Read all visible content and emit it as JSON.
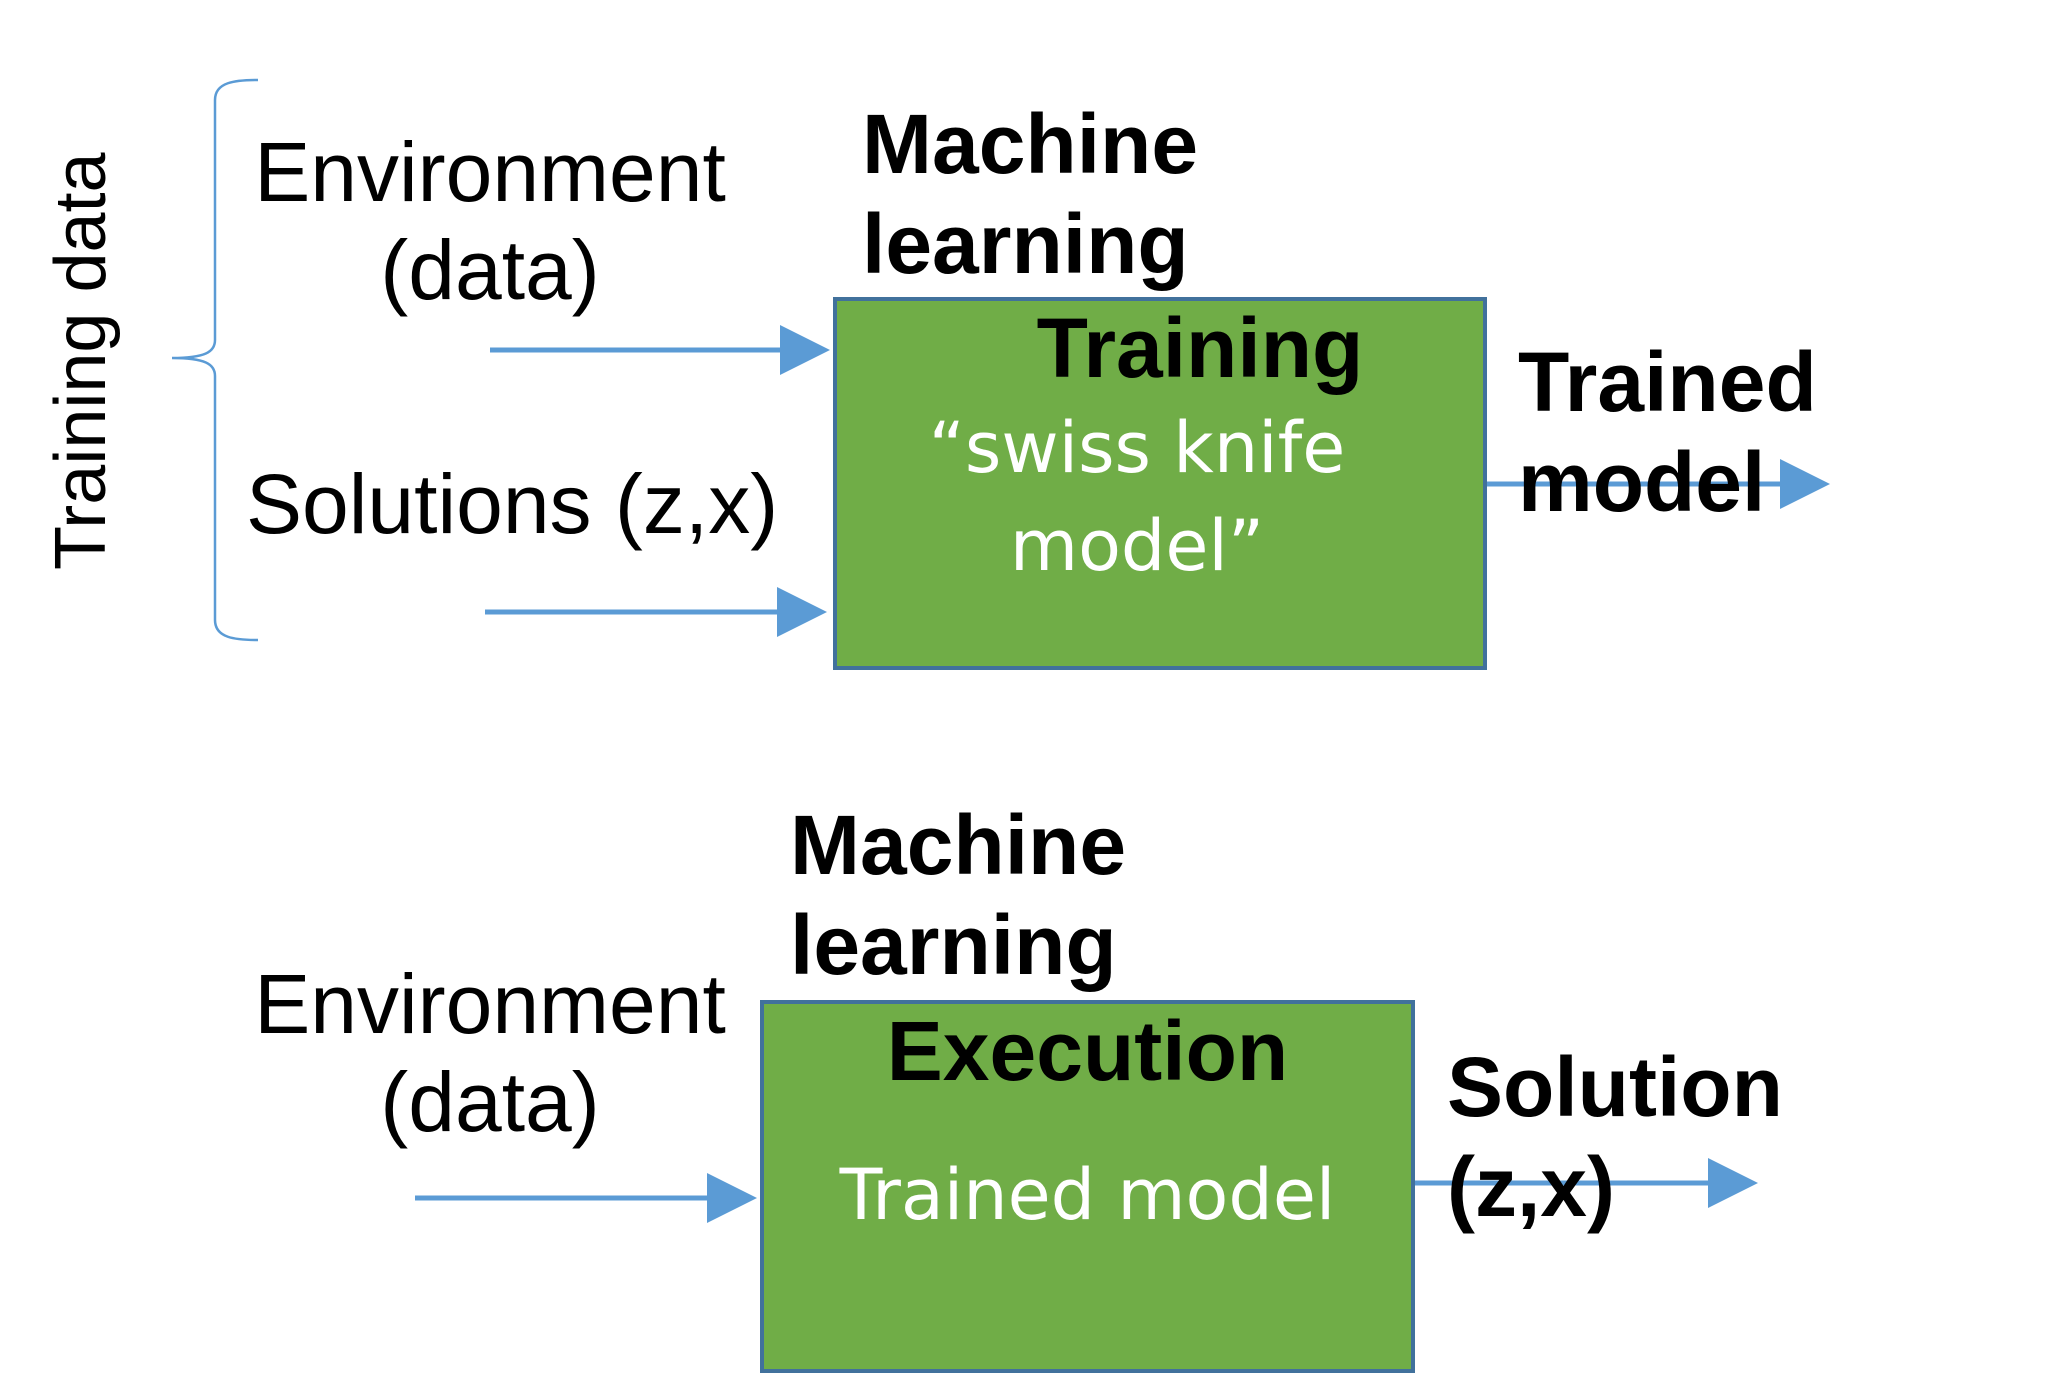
{
  "colors": {
    "box_fill": "#70ad47",
    "box_border": "#41719c",
    "arrow": "#5b9bd5",
    "box_text": "#ffffff",
    "label_text": "#000000"
  },
  "training_section": {
    "side_label": "Training data",
    "environment_line1": "Environment",
    "environment_line2": "(data)",
    "solutions_label": "Solutions (z,x)",
    "header_line1": "Machine",
    "header_line2": "learning",
    "box_title": "Training",
    "box_body": "“swiss knife model”",
    "output_line1": "Trained",
    "output_line2": "model"
  },
  "execution_section": {
    "environment_line1": "Environment",
    "environment_line2": "(data)",
    "header_line1": "Machine",
    "header_line2": "learning",
    "box_title": "Execution",
    "box_body": "Trained model",
    "output_line1": "Solution",
    "output_line2": "(z,x)"
  }
}
